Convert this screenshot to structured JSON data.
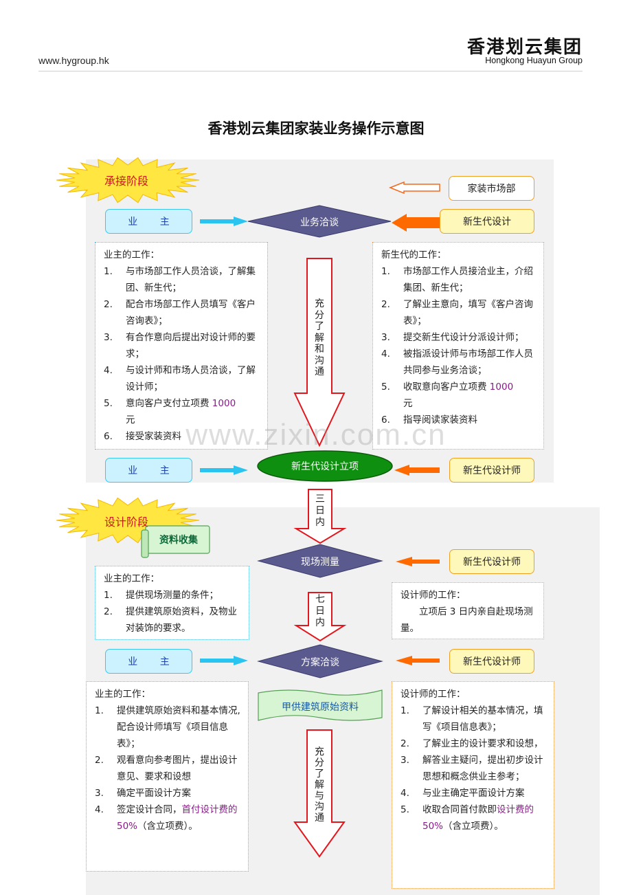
{
  "header": {
    "url": "www.hygroup.hk",
    "logo_cn": "香港划云集团",
    "logo_en": "Hongkong Huayun Group"
  },
  "title": "香港划云集团家装业务操作示意图",
  "watermark": "www.zixin.com.cn",
  "stage1": {
    "badge": "承接阶段",
    "market_dept": "家装市场部",
    "owner": "业 主",
    "decision": "业务洽谈",
    "designer_co": "新生代设计",
    "flow_label": "充分了解和沟通",
    "owner_work": {
      "heading": "业主的工作：",
      "items": [
        {
          "n": "1.",
          "text": "与市场部工作人员洽谈，了解集团、新生代；"
        },
        {
          "n": "2.",
          "text": "配合市场部工作人员填写《客户咨询表》；"
        },
        {
          "n": "3.",
          "text": "有合作意向后提出对设计师的要求；"
        },
        {
          "n": "4.",
          "text": "与设计师和市场人员洽谈，了解设计师；"
        },
        {
          "n": "5.",
          "text_a": "意向客户支付立项费 ",
          "text_b": "1000",
          "text_c": "元"
        },
        {
          "n": "6.",
          "text": "接受家装资料"
        }
      ]
    },
    "xsd_work": {
      "heading": "新生代的工作：",
      "items": [
        {
          "n": "1.",
          "text": "市场部工作人员接洽业主，介绍集团、新生代；"
        },
        {
          "n": "2.",
          "text": "了解业主意向，填写《客户咨询表》；"
        },
        {
          "n": "3.",
          "text": "提交新生代设计分派设计师；"
        },
        {
          "n": "4.",
          "text": "被指派设计师与市场部工作人员共同参与业务洽谈；"
        },
        {
          "n": "5.",
          "text_a": "收取意向客户立项费 ",
          "text_b": "1000",
          "text_c": "元"
        },
        {
          "n": "6.",
          "text": "指导阅读家装资料"
        }
      ]
    },
    "project": "新生代设计立项",
    "owner2": "业 主",
    "designer2": "新生代设计师"
  },
  "transition1": "三日内",
  "stage2": {
    "badge": "设计阶段",
    "collect": "资料收集",
    "survey": "现场测量",
    "designer_a": "新生代设计师",
    "owner_work1": {
      "heading": "业主的工作：",
      "items": [
        {
          "n": "1.",
          "text": "提供现场测量的条件；"
        },
        {
          "n": "2.",
          "text": "提供建筑原始资料，及物业对装饰的要求。"
        }
      ]
    },
    "designer_work1": {
      "heading": "设计师的工作：",
      "text": "立项后 3 日内亲自赴现场测量。"
    },
    "transition2": "七日内",
    "owner": "业 主",
    "plan": "方案洽谈",
    "designer_b": "新生代设计师",
    "supply": "甲供建筑原始资料",
    "flow_label": "充分了解与沟通",
    "owner_work2": {
      "heading": "业主的工作：",
      "items": [
        {
          "n": "1.",
          "text": "提供建筑原始资料和基本情况,配合设计师填写《项目信息表》；"
        },
        {
          "n": "2.",
          "text": "观看意向参考图片，提出设计意见、要求和设想"
        },
        {
          "n": "3.",
          "text": "确定平面设计方案"
        },
        {
          "n": "4.",
          "text_a": "签定设计合同，",
          "text_b": "首付设计费的 50%",
          "text_c": "（含立项费）。"
        }
      ]
    },
    "designer_work2": {
      "heading": "设计师的工作：",
      "items": [
        {
          "n": "1.",
          "text": "了解设计相关的基本情况，填写《项目信息表》；"
        },
        {
          "n": "2.",
          "text": "了解业主的设计要求和设想，"
        },
        {
          "n": "3.",
          "text": "解答业主疑问，提出初步设计思想和概念供业主参考；"
        },
        {
          "n": "4.",
          "text": "与业主确定平面设计方案"
        },
        {
          "n": "5.",
          "text_a": "收取合同首付款即",
          "text_b": "设计费的 50%",
          "text_c": "（含立项费）。"
        }
      ]
    }
  }
}
